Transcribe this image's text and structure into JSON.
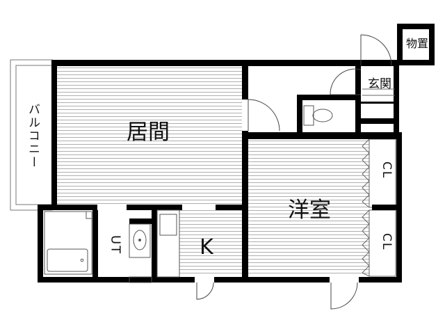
{
  "rooms": {
    "living": "居間",
    "western": "洋室",
    "kitchen": "K",
    "utility": "UT",
    "entrance": "玄関",
    "storage": "物置",
    "balcony": "バルコニー",
    "closet_upper": "CL",
    "closet_lower": "CL"
  },
  "colors": {
    "wall": "#000000",
    "hatch": "#9a9a9a",
    "fixture": "#555555",
    "background": "#ffffff"
  }
}
